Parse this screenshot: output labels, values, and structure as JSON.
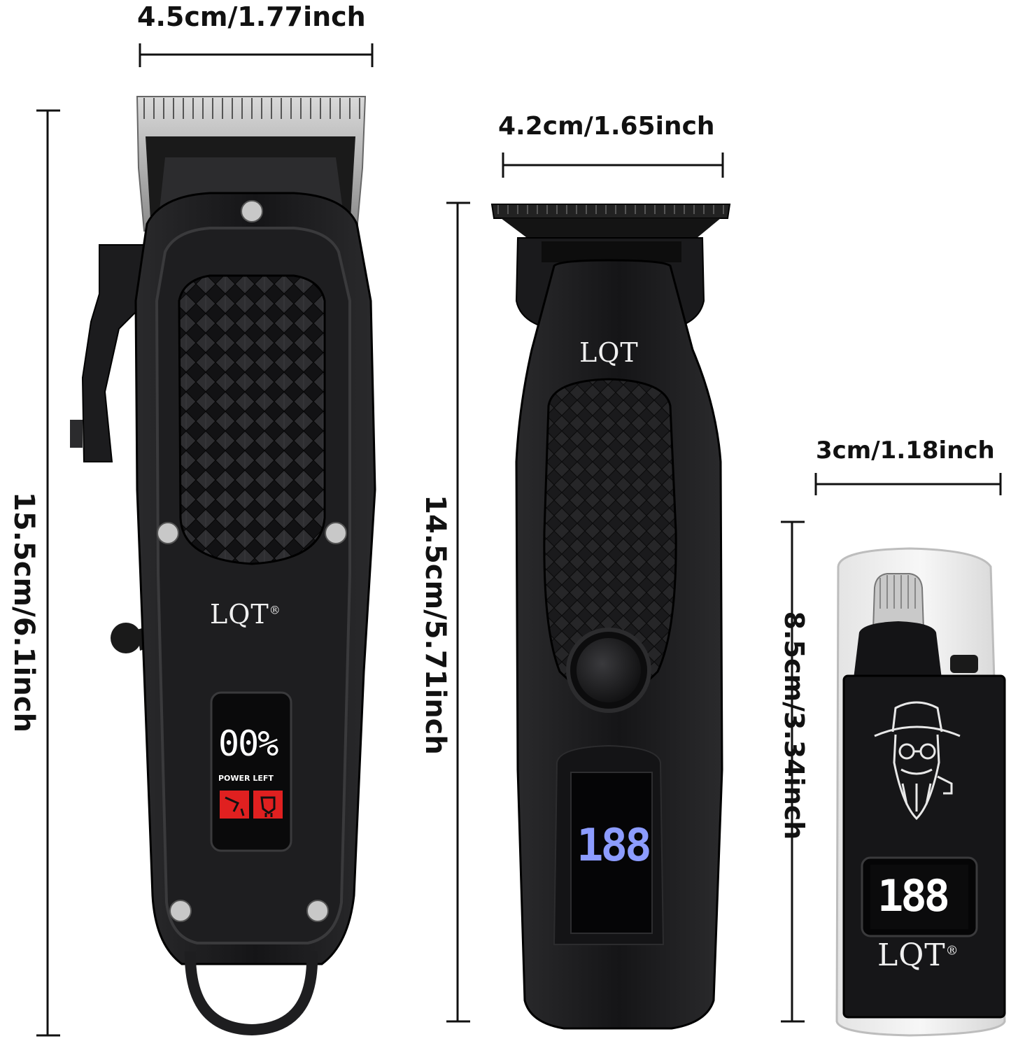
{
  "dimensions": {
    "clipper_width": "4.5cm/1.77inch",
    "clipper_height": "15.5cm/6.1inch",
    "trimmer_width": "4.2cm/1.65inch",
    "trimmer_height": "14.5cm/5.71inch",
    "nose_width": "3cm/1.18inch",
    "nose_height": "8.5cm/3.34inch"
  },
  "clipper": {
    "brand": "LQT",
    "registered": "®",
    "display_value": "00%",
    "display_caption": "POWER LEFT"
  },
  "trimmer": {
    "brand": "LQT",
    "display_value": "188"
  },
  "nose_trimmer": {
    "brand": "LQT",
    "registered": "®",
    "display_value": "188"
  },
  "colors": {
    "body": "#1c1c1e",
    "display_red": "#e02020",
    "display_blue": "#8c9cff"
  }
}
